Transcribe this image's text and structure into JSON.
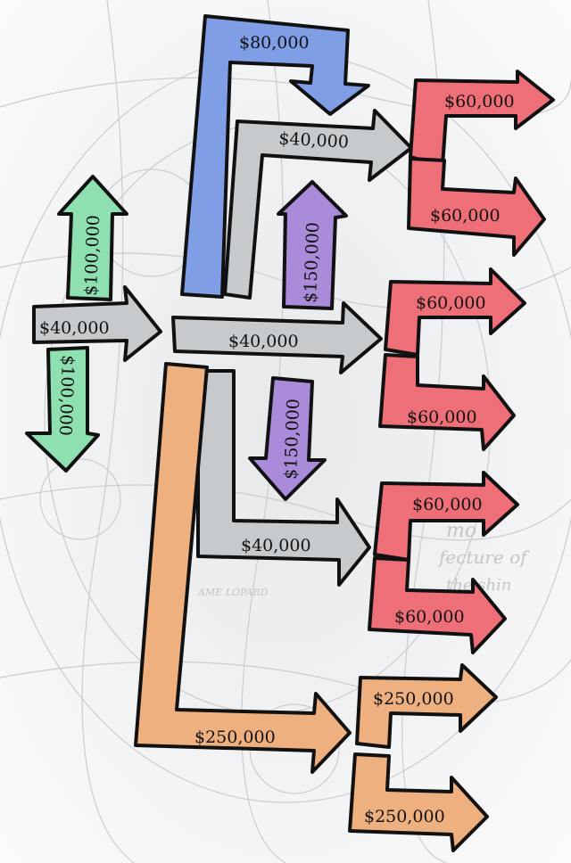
{
  "colors": {
    "blue": "#7f9ee6",
    "gray": "#c6cacd",
    "purple": "#a98bd9",
    "green": "#8fe0b0",
    "red": "#ee6f78",
    "orange": "#eeb07f",
    "outline": "#111111",
    "background": "#f4f4f4"
  },
  "labels": {
    "green_up": "$100,000",
    "green_down": "$100,000",
    "gray_input": "$40,000",
    "blue": "$80,000",
    "gray_top": "$40,000",
    "gray_mid": "$40,000",
    "gray_bottom": "$40,000",
    "purple_up": "$150,000",
    "purple_down": "$150,000",
    "orange_main": "$250,000",
    "red_1": "$60,000",
    "red_2": "$60,000",
    "red_3": "$60,000",
    "red_4": "$60,000",
    "red_5": "$60,000",
    "red_6": "$60,000",
    "orange_1": "$250,000",
    "orange_2": "$250,000"
  },
  "background_text": {
    "bg_1": "mo",
    "bg_2": "fecture of",
    "bg_3": "the shin",
    "bg_4": "AME LOPARD"
  }
}
